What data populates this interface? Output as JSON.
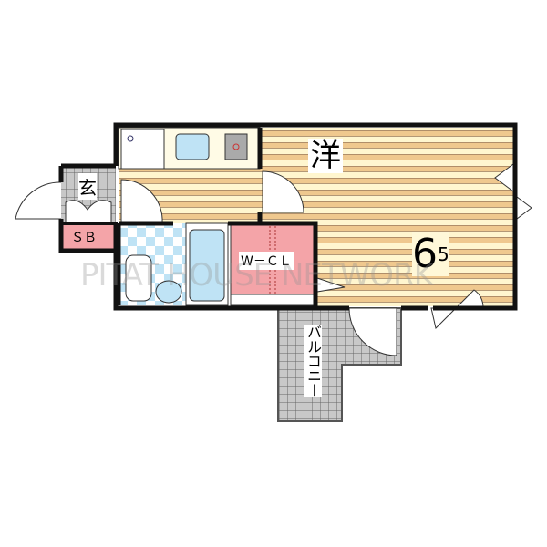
{
  "rooms": {
    "western_room": {
      "label": "洋",
      "size": "6",
      "size_fraction": "5"
    },
    "entrance": {
      "label": "玄"
    },
    "shoe_box": {
      "label": "ＳＢ"
    },
    "walk_in_closet": {
      "label": "W－ＣＬ"
    },
    "balcony": {
      "label": "バルコニー"
    }
  },
  "watermark": "PITAT HOUSE NETWORK",
  "colors": {
    "floor_stripe_dark": "#efc88e",
    "floor_stripe_light": "#fff6cf",
    "closet_pink": "#f4a4a8",
    "bath_blue": "#bfe3f5",
    "tile_gray": "#c8c8c8",
    "wall": "#111111"
  }
}
